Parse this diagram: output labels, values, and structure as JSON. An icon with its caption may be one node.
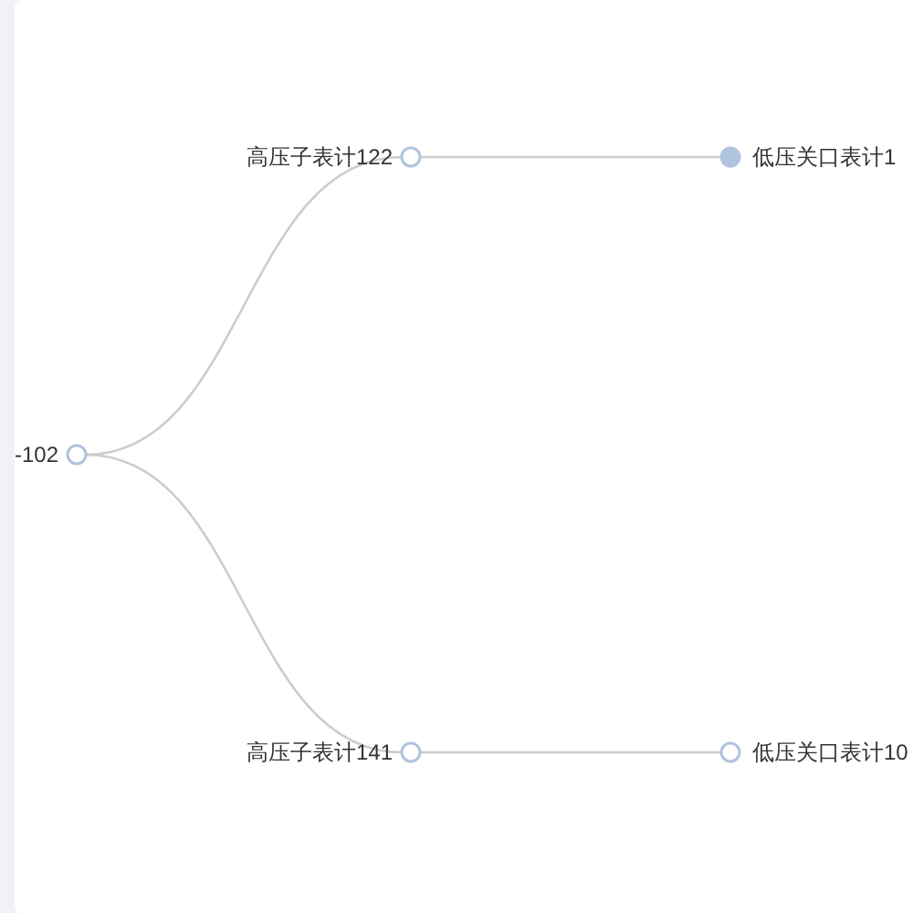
{
  "diagram": {
    "nodes": [
      {
        "text": [],
        "shape": "circle",
        "beside": [
          "-102"
        ]
      },
      {
        "text": [],
        "shape": "circle",
        "beside": [
          "高压子表计122"
        ]
      },
      {
        "text": [],
        "shape": "circle",
        "beside": [
          "低压关口表计1"
        ]
      },
      {
        "text": [],
        "shape": "circle",
        "beside": [
          "高压子表计141"
        ]
      },
      {
        "text": [],
        "shape": "circle",
        "beside": [
          "低压关口表计10"
        ]
      }
    ],
    "edges": [
      {
        "from": 0,
        "to": 1,
        "arrow": "none"
      },
      {
        "from": 0,
        "to": 3,
        "arrow": "none"
      },
      {
        "from": 1,
        "to": 2,
        "arrow": "none"
      },
      {
        "from": 3,
        "to": 4,
        "arrow": "none"
      }
    ]
  }
}
